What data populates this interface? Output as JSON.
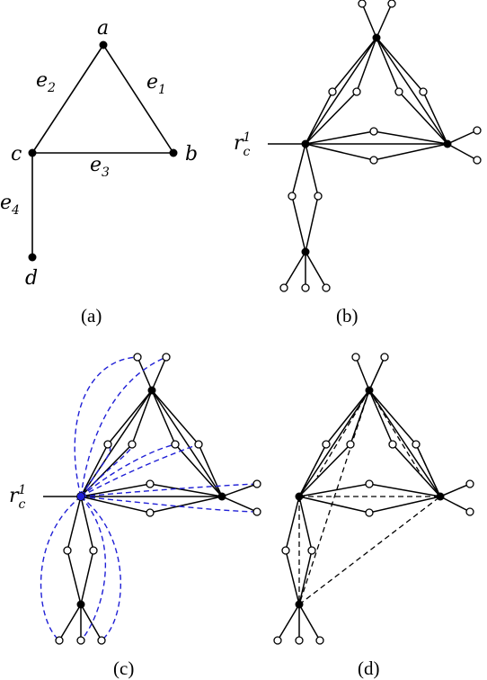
{
  "panels": {
    "a": {
      "caption": "(a)",
      "vertices": {
        "a": "a",
        "b": "b",
        "c": "c",
        "d": "d"
      },
      "edges": {
        "e1": [
          "e",
          "1"
        ],
        "e2": [
          "e",
          "2"
        ],
        "e3": [
          "e",
          "3"
        ],
        "e4": [
          "e",
          "4"
        ]
      }
    },
    "b": {
      "caption": "(b)",
      "root_label": [
        "r",
        "c",
        "1"
      ]
    },
    "c": {
      "caption": "(c)",
      "root_label": [
        "r",
        "c",
        "1"
      ]
    },
    "d": {
      "caption": "(d)"
    }
  },
  "colors": {
    "ink": "#000000",
    "dashed_blue": "#1f1fd6",
    "dashed_black": "#000000",
    "hollow_fill": "#ffffff"
  }
}
